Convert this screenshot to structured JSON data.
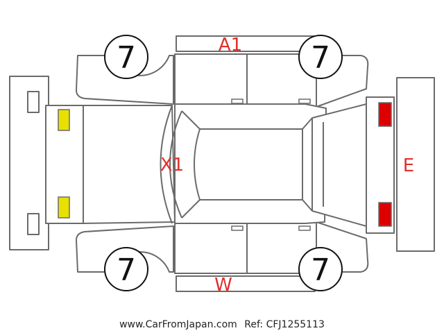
{
  "tires": {
    "front_left": "7",
    "front_right": "7",
    "rear_left": "7",
    "rear_right": "7"
  },
  "damage_codes": {
    "roof_top": "A1",
    "hood_left": "X1",
    "rear_right": "E",
    "bottom_center": "W"
  },
  "indicators": {
    "front_lights_color": "#e8e000",
    "rear_lights_color": "#dd0000"
  },
  "colors": {
    "damage_text": "#e0302c",
    "outline": "#6a6a6a"
  },
  "footer": {
    "site": "www.CarFromJapan.com",
    "ref": "Ref: CFJ1255113"
  }
}
